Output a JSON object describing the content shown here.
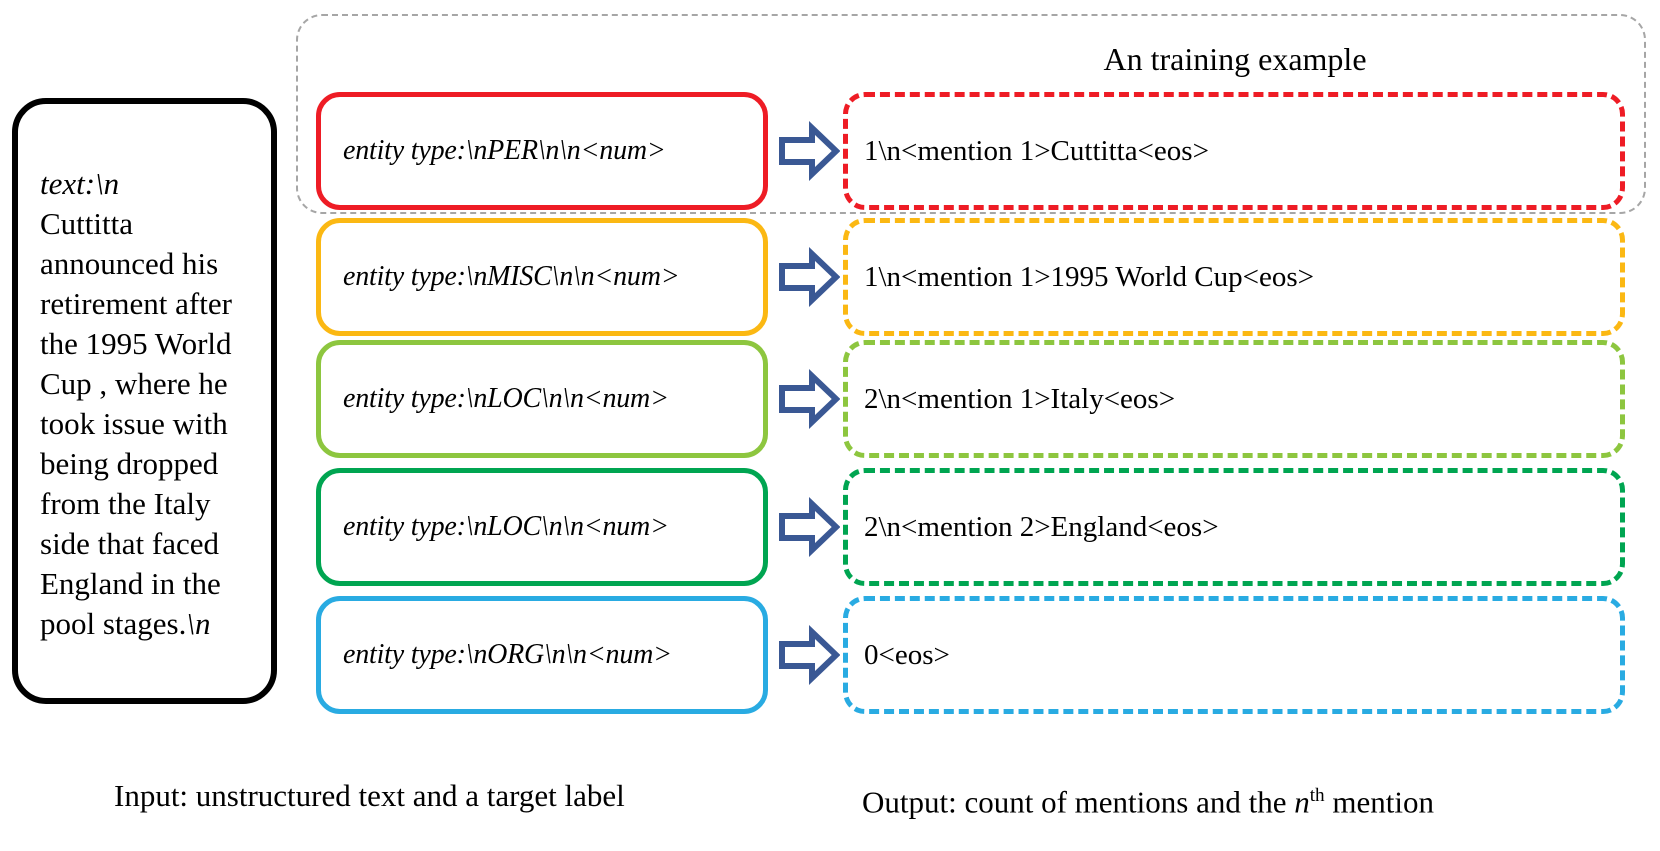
{
  "figure": {
    "title": "An training example",
    "highlight_border_color": "#a6a6a6"
  },
  "input_panel": {
    "label_prefix": "text:\\n",
    "body": "Cuttitta announced his retirement after the 1995 World Cup , where he took issue with being dropped from the Italy side that faced England in the pool stages.",
    "suffix": "\\n",
    "border_color": "#000000"
  },
  "arrow": {
    "icon": "right-block-arrow-icon",
    "color": "#3a5894",
    "fill": "#ffffff"
  },
  "rows": [
    {
      "entity_type": "PER",
      "prompt": "entity type:\\nPER\\n\\n<num>",
      "output": "1\\n<mention 1>Cuttitta<eos>",
      "color": "#ee1c25",
      "highlighted": true
    },
    {
      "entity_type": "MISC",
      "prompt": "entity type:\\nMISC\\n\\n<num>",
      "output": "1\\n<mention 1>1995 World Cup<eos>",
      "color": "#fbb813",
      "highlighted": false
    },
    {
      "entity_type": "LOC",
      "prompt": "entity type:\\nLOC\\n\\n<num>",
      "output": "2\\n<mention 1>Italy<eos>",
      "color": "#8dc63f",
      "highlighted": false
    },
    {
      "entity_type": "LOC",
      "prompt": "entity type:\\nLOC\\n\\n<num>",
      "output": "2\\n<mention 2>England<eos>",
      "color": "#00a551",
      "highlighted": false
    },
    {
      "entity_type": "ORG",
      "prompt": "entity type:\\nORG\\n\\n<num>",
      "output": "0<eos>",
      "color": "#29abe2",
      "highlighted": false
    }
  ],
  "captions": {
    "left": "Input: unstructured text and a target label",
    "right_before": "Output: count of mentions and the ",
    "right_italic": "n",
    "right_sup": "th",
    "right_after": " mention"
  }
}
